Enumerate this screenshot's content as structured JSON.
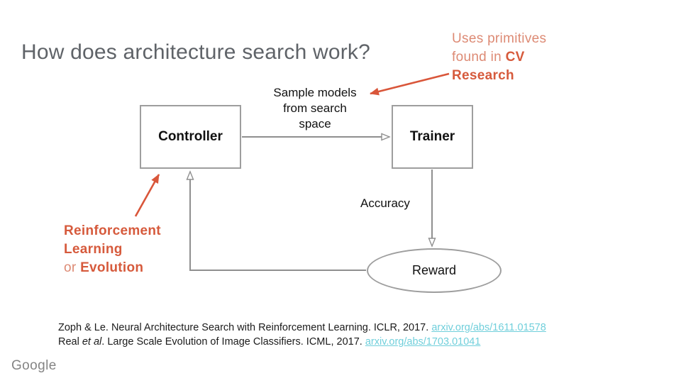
{
  "slide": {
    "title": "How does architecture search work?",
    "brand": "Google"
  },
  "annotations": {
    "primitives_note": {
      "line1": "Uses primitives",
      "line2_regular": "found in ",
      "line2_bold": "CV",
      "line3_bold": "Research"
    },
    "rl_note": {
      "line1_bold": "Reinforcement",
      "line2_bold": "Learning",
      "line3_regular": "or ",
      "line3_bold": "Evolution"
    }
  },
  "diagram": {
    "nodes": {
      "controller": "Controller",
      "trainer": "Trainer",
      "reward": "Reward"
    },
    "edge_labels": {
      "sample": "Sample models\nfrom search\nspace",
      "accuracy": "Accuracy"
    }
  },
  "citations": {
    "c1": {
      "text": "Zoph & Le. Neural Architecture Search with Reinforcement Learning. ICLR, 2017. ",
      "link": "arxiv.org/abs/1611.01578"
    },
    "c2": {
      "pre": "Real ",
      "italic": "et al",
      "post": ". Large Scale Evolution of Image Classifiers. ICML, 2017. ",
      "link": "arxiv.org/abs/1703.01041"
    }
  },
  "colors": {
    "title_gray": "#5f6368",
    "note_orange_regular": "#dd8a74",
    "note_orange_bold": "#d65a3c",
    "arrow_orange": "#d9563a",
    "diagram_gray": "#8f8f8f",
    "link_teal": "#70cfdb"
  }
}
